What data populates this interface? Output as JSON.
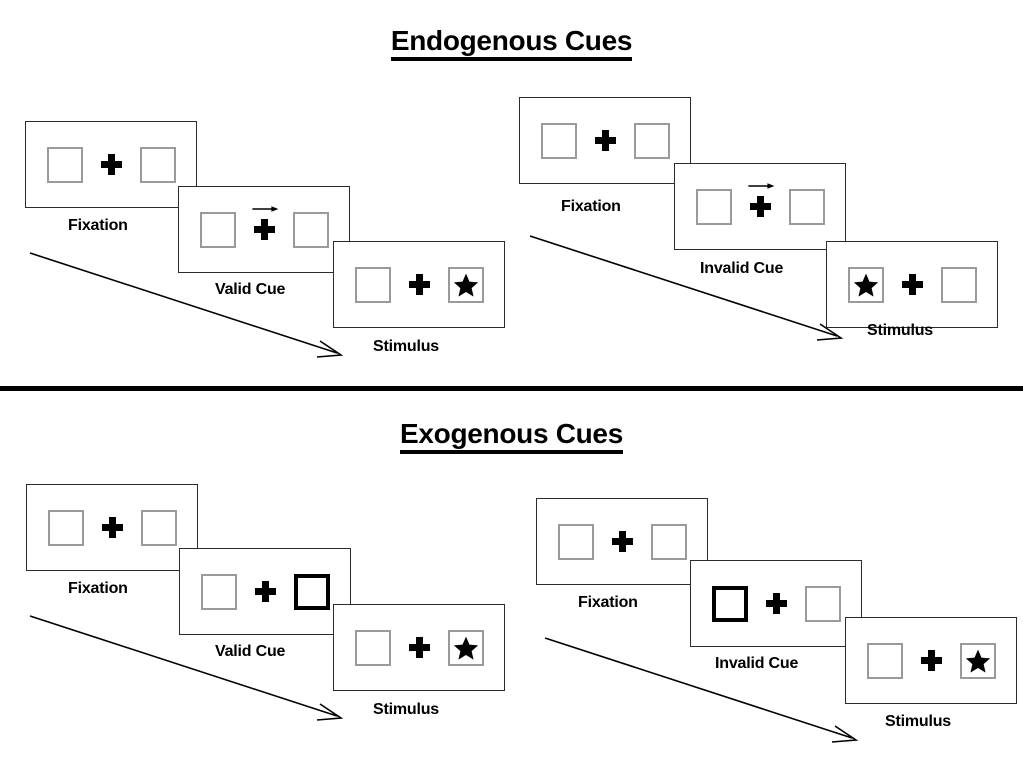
{
  "page": {
    "background": "#ffffff",
    "line_color": "#2b2b2b",
    "square_border_color": "#9a9a9a",
    "cue_border_color": "#000000",
    "accent": "#000000"
  },
  "sections": [
    {
      "id": "endogenous",
      "title": "Endogenous Cues",
      "cue_type": "arrow",
      "sequences": [
        {
          "id": "endogenous-valid",
          "cue_label": "Valid Cue",
          "frames": [
            {
              "caption": "Fixation",
              "left_box": "empty",
              "right_box": "empty",
              "cue": "none",
              "target_side": "none"
            },
            {
              "caption": "Valid Cue",
              "left_box": "empty",
              "right_box": "empty",
              "cue": "arrow-right",
              "target_side": "none"
            },
            {
              "caption": "Stimulus",
              "left_box": "empty",
              "right_box": "star",
              "cue": "none",
              "target_side": "right"
            }
          ]
        },
        {
          "id": "endogenous-invalid",
          "cue_label": "Invalid Cue",
          "frames": [
            {
              "caption": "Fixation",
              "left_box": "empty",
              "right_box": "empty",
              "cue": "none",
              "target_side": "none"
            },
            {
              "caption": "Invalid Cue",
              "left_box": "empty",
              "right_box": "empty",
              "cue": "arrow-right",
              "target_side": "none"
            },
            {
              "caption": "Stimulus",
              "left_box": "star",
              "right_box": "empty",
              "cue": "none",
              "target_side": "left"
            }
          ]
        }
      ]
    },
    {
      "id": "exogenous",
      "title": "Exogenous Cues",
      "cue_type": "box-flash",
      "sequences": [
        {
          "id": "exogenous-valid",
          "cue_label": "Valid Cue",
          "frames": [
            {
              "caption": "Fixation",
              "left_box": "empty",
              "right_box": "empty",
              "cue": "none",
              "target_side": "none"
            },
            {
              "caption": "Valid Cue",
              "left_box": "empty",
              "right_box": "highlight",
              "cue": "box-right",
              "target_side": "none"
            },
            {
              "caption": "Stimulus",
              "left_box": "empty",
              "right_box": "star",
              "cue": "none",
              "target_side": "right"
            }
          ]
        },
        {
          "id": "exogenous-invalid",
          "cue_label": "Invalid Cue",
          "frames": [
            {
              "caption": "Fixation",
              "left_box": "empty",
              "right_box": "empty",
              "cue": "none",
              "target_side": "none"
            },
            {
              "caption": "Invalid Cue",
              "left_box": "highlight",
              "right_box": "empty",
              "cue": "box-left",
              "target_side": "none"
            },
            {
              "caption": "Stimulus",
              "left_box": "empty",
              "right_box": "star",
              "cue": "none",
              "target_side": "right"
            }
          ]
        }
      ]
    }
  ],
  "icons": {
    "star": "star-icon",
    "plus": "fixation-cross-icon",
    "arrow_cue": "arrow-cue-icon",
    "flow_arrow": "time-flow-arrow-icon"
  },
  "captions": {
    "fixation": "Fixation",
    "valid_cue": "Valid Cue",
    "invalid_cue": "Invalid Cue",
    "stimulus": "Stimulus"
  }
}
